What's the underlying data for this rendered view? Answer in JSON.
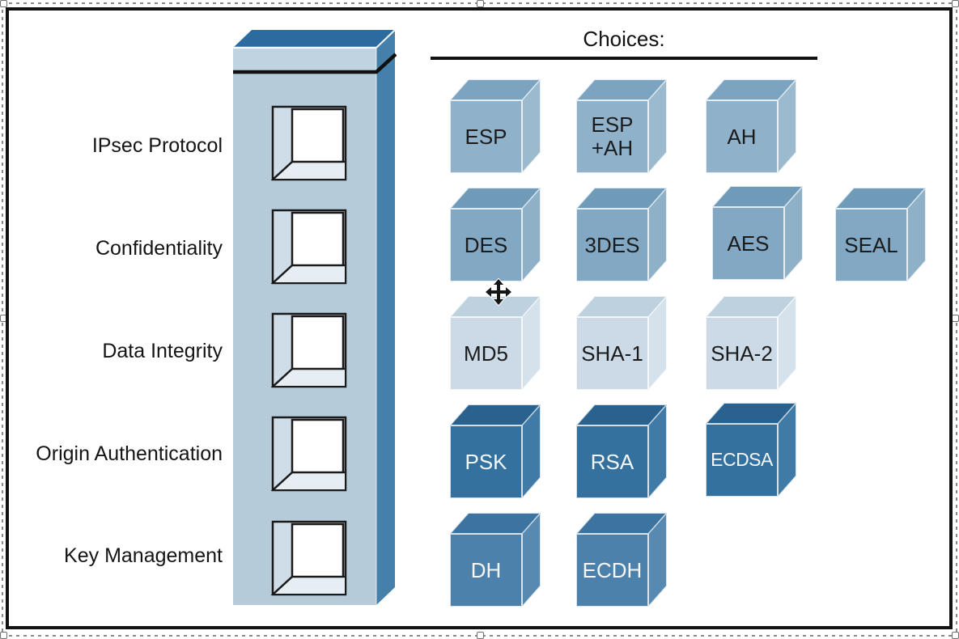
{
  "header": {
    "title": "Choices:"
  },
  "rows": [
    {
      "label": "IPsec Protocol",
      "choices": [
        {
          "label": "ESP"
        },
        {
          "label": "ESP",
          "label2": "+AH"
        },
        {
          "label": "AH"
        }
      ]
    },
    {
      "label": "Confidentiality",
      "choices": [
        {
          "label": "DES"
        },
        {
          "label": "3DES"
        },
        {
          "label": "AES"
        },
        {
          "label": "SEAL"
        }
      ]
    },
    {
      "label": "Data Integrity",
      "choices": [
        {
          "label": "MD5"
        },
        {
          "label": "SHA-1"
        },
        {
          "label": "SHA-2"
        }
      ]
    },
    {
      "label": "Origin Authentication",
      "choices": [
        {
          "label": "PSK"
        },
        {
          "label": "RSA"
        },
        {
          "label": "ECDSA"
        }
      ]
    },
    {
      "label": "Key Management",
      "choices": [
        {
          "label": "DH"
        },
        {
          "label": "ECDH"
        }
      ]
    }
  ],
  "palette": {
    "protocol_cube": "#8FB1C9",
    "confidentiality_cube": "#82A8C3",
    "integrity_cube": "#CBDAE6",
    "authentication_cube": "#34719E",
    "key_management_cube": "#4B81AB",
    "tower_body": "#B6CBD9",
    "tower_cap_band": "#BFD3E1",
    "tower_top_face": "#2D6B9E",
    "tower_side_face": "#4580AB"
  },
  "cursor": {
    "icon": "move-cursor"
  }
}
